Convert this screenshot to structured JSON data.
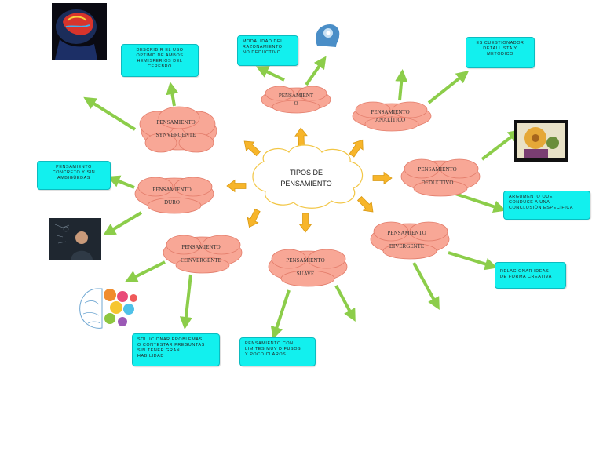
{
  "center": {
    "line1": "TIPOS DE",
    "line2": "PENSAMIENTO"
  },
  "clouds": {
    "synvergente": "PENSAMIENTO",
    "synvergente_2": "SYNVERGENTE",
    "pensamiento_o_1": "PENSAMIENT",
    "pensamiento_o_2": "O",
    "analitico_1": "PENSAMIENTO",
    "analitico_2": "ANALÍTICO",
    "duro_1": "PENSAMIENTO",
    "duro_2": "DURO",
    "deductivo_1": "PENSAMIENTO",
    "deductivo_2": "DEDUCTIVO",
    "convergente_1": "PENSAMIENTO",
    "convergente_2": "CONVERGENTE",
    "suave_1": "PENSAMIENTO",
    "suave_2": "SUAVE",
    "divergente_1": "PENSAMIENTO",
    "divergente_2": "DIVERGENTE"
  },
  "boxes": {
    "describir": "DESCRIBIR EL USO\nÓPTIMO DE AMBOS\nHEMISFERIOS DEL\nCEREBRO",
    "modalidad": "MODALIDAD DEL\nRAZONAMIENTO\nNO DEDUCTIVO",
    "cuestionador": "ES CUESTIONADOR\nDETALLISTA Y\nMETÓDICO",
    "concreto": "PENSAMIENTO\nCONCRETO Y SIN\nAMBIGÜEDAS",
    "argumento": "ARGUMENTO QUE\nCONDUCE A UNA\nCONCLUSIÓN ESPECÍFICA",
    "relacionar": "RELACIONAR IDEAS\nDE FORMA CREATIVA",
    "solucionar": "SOLUCIONAR PROBLEMAS\nO CONTESTAR PREGUNTAS\nSIN TENER GRAN\nHABILIDAD",
    "limites": "PENSAMIENTO CON\nLIMITES MUY DIFUSOS\nY POCO CLAROS"
  },
  "images": {
    "head_brain": "head-brain-image",
    "idea_head": "idea-head-image",
    "gear_head": "gear-head-image",
    "thinking_man": "thinking-man-image",
    "colorful_brain": "colorful-brain-image"
  },
  "colors": {
    "cloud_fill": "#f8a796",
    "cloud_stroke": "#e37d6b",
    "box_fill": "#12f0ee",
    "arrow_green": "#8ccd4a",
    "arrow_orange": "#f7b52a",
    "center_stroke": "#f2c645"
  }
}
